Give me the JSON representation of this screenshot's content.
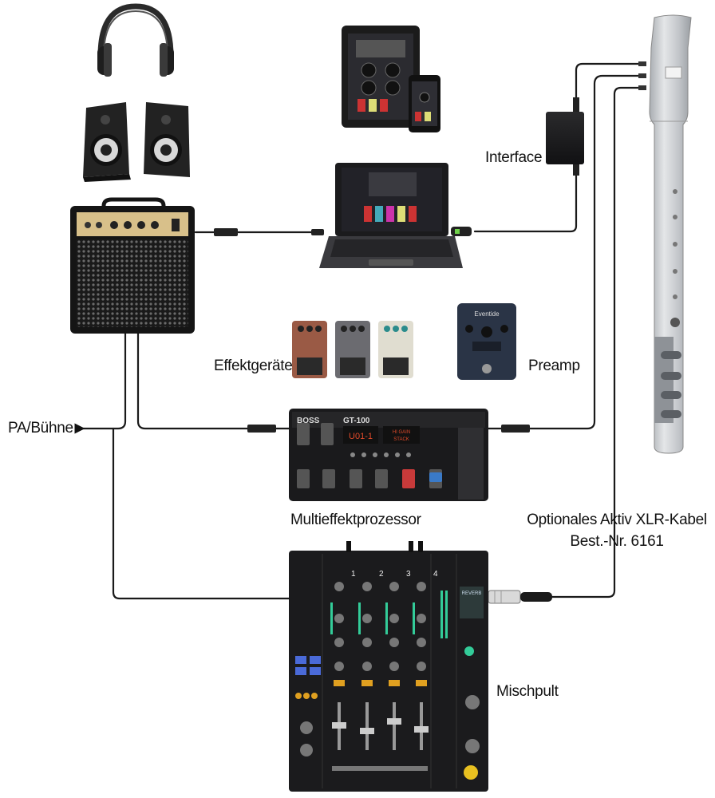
{
  "labels": {
    "interface": "Interface",
    "effektgeraete": "Effektgeräte",
    "preamp": "Preamp",
    "pa_buehne": "PA/Bühne",
    "multieffekt": "Multieffektprozessor",
    "xlr_line1": "Optionales Aktiv XLR-Kabel",
    "xlr_line2": "Best.-Nr. 6161",
    "mischpult": "Mischpult"
  },
  "device_text": {
    "boss_brand": "BOSS",
    "gt_model": "GT-100",
    "gt_display_left": "U01-1",
    "gt_display_right1": "HI GAIN",
    "gt_display_right2": "STACK",
    "preamp_brand": "Eventide",
    "mixer_reverb": "REVERB",
    "mixer_ch1": "1",
    "mixer_ch2": "2",
    "mixer_ch3": "3",
    "mixer_ch4": "4"
  },
  "colors": {
    "cable": "#1a1a1a",
    "recorder": "#c9ccd0",
    "device_dark": "#1c1c1e",
    "amp_panel": "#d8c08a"
  }
}
